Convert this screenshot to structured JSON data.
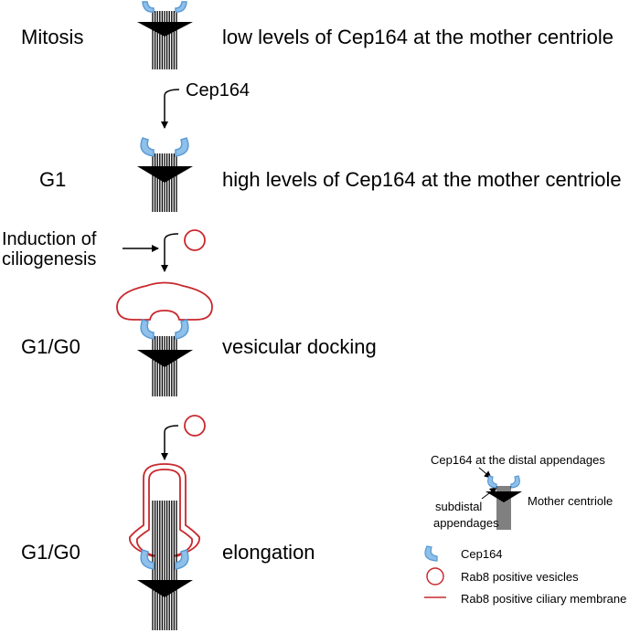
{
  "stages": [
    {
      "phase": "Mitosis",
      "description": "low levels of Cep164 at the mother centriole"
    },
    {
      "phase": "G1",
      "description": "high levels of Cep164 at the mother centriole"
    },
    {
      "phase": "G1/G0",
      "description": "vesicular docking"
    },
    {
      "phase": "G1/G0",
      "description": "elongation"
    }
  ],
  "arrows": {
    "cep164_label": "Cep164",
    "induction_label_line1": "Induction of",
    "induction_label_line2": "ciliogenesis"
  },
  "legend": {
    "distal_label": "Cep164 at the distal appendages",
    "subdistal_line1": "subdistal",
    "subdistal_line2": "appendages",
    "mother_centriole_label": "Mother centriole",
    "items": [
      {
        "label": "Cep164"
      },
      {
        "label": "Rab8 positive vesicles"
      },
      {
        "label": "Rab8 positive ciliary membrane"
      }
    ]
  },
  "colors": {
    "cep164": "#5b9bd5",
    "cep164_fill": "#8ec0ea",
    "rab8": "#c8282d",
    "centriole": "#000000"
  }
}
